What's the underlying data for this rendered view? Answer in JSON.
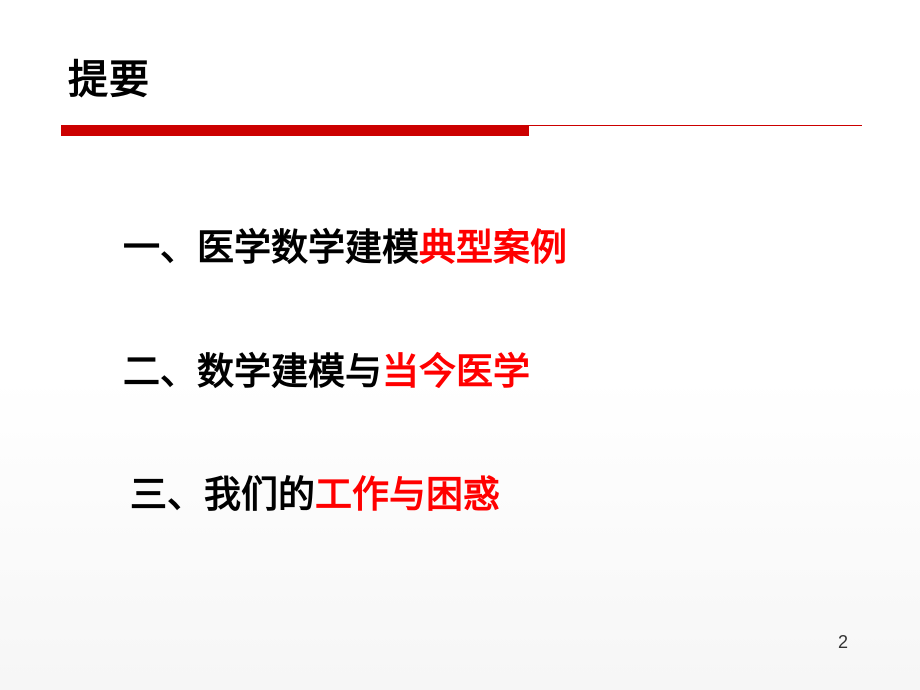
{
  "slide": {
    "title": "提要",
    "items": [
      {
        "prefix": "一、医学数学建模",
        "highlight": "典型案例"
      },
      {
        "prefix": "二、数学建模与",
        "highlight": "当今医学"
      },
      {
        "prefix": "三、我们的",
        "highlight": "工作与困惑"
      }
    ],
    "page_number": "2"
  },
  "colors": {
    "accent": "#ff0000",
    "rule": "#cc0000",
    "text": "#000000"
  }
}
